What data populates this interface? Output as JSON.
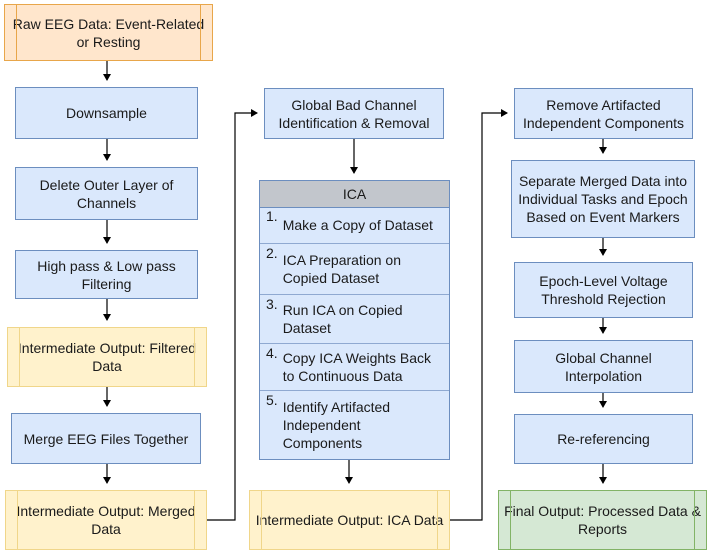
{
  "nodes": {
    "raw_eeg": "Raw EEG Data: Event-Related or Resting",
    "downsample": "Downsample",
    "delete_outer": "Delete Outer Layer of Channels",
    "filtering": "High pass & Low pass Filtering",
    "intermediate_filtered": "Intermediate Output: Filtered Data",
    "merge_files": "Merge EEG Files Together",
    "intermediate_merged": "Intermediate Output: Merged Data",
    "global_bad_channel": "Global Bad Channel Identification & Removal",
    "intermediate_ica": "Intermediate Output: ICA Data",
    "remove_artifacted": "Remove Artifacted Independent Components",
    "separate_merged": "Separate Merged Data into Individual Tasks and Epoch Based on Event Markers",
    "epoch_threshold": "Epoch-Level Voltage Threshold Rejection",
    "global_interp": "Global Channel Interpolation",
    "rereferencing": "Re-referencing",
    "final_output": "Final Output: Processed Data & Reports"
  },
  "ica": {
    "title": "ICA",
    "steps": [
      {
        "num": "1.",
        "text": "Make a Copy of Dataset"
      },
      {
        "num": "2.",
        "text": "ICA Preparation on Copied Dataset"
      },
      {
        "num": "3.",
        "text": "Run ICA on Copied Dataset"
      },
      {
        "num": "4.",
        "text": "Copy ICA Weights Back to Continuous Data"
      },
      {
        "num": "5.",
        "text": "Identify Artifacted Independent Components"
      }
    ]
  },
  "colors": {
    "process_fill": "#dae8fc",
    "process_border": "#6c8ebf",
    "intermediate_fill": "#fff2cc",
    "input_fill": "#ffe6cc",
    "final_fill": "#d5e8d4",
    "ica_header_fill": "#c2c6cc",
    "edge": "#000000"
  }
}
